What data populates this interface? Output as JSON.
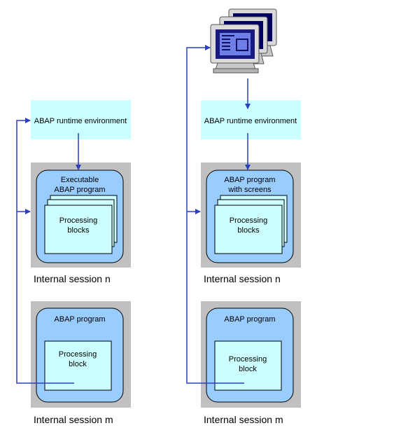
{
  "left": {
    "runtime_env_label": "ABAP runtime environment",
    "session_n": {
      "program_label_line1": "Executable",
      "program_label_line2": "ABAP program",
      "blocks_line1": "Processing",
      "blocks_line2": "blocks",
      "caption": "Internal session n"
    },
    "session_m": {
      "program_label": "ABAP program",
      "block_line1": "Processing",
      "block_line2": "block",
      "caption": "Internal session m"
    }
  },
  "right": {
    "runtime_env_label": "ABAP runtime environment",
    "session_n": {
      "program_label_line1": "ABAP program",
      "program_label_line2": "with screens",
      "blocks_line1": "Processing",
      "blocks_line2": "blocks",
      "caption": "Internal session n"
    },
    "session_m": {
      "program_label": "ABAP program",
      "block_line1": "Processing",
      "block_line2": "block",
      "caption": "Internal session m"
    }
  },
  "colors": {
    "runtime_env_fill": "#ccffff",
    "session_panel_fill": "#c0c0c0",
    "program_fill": "#99ccff",
    "block_fill": "#ccffff",
    "arrow": "#2b3fbf"
  },
  "icons": {
    "workstations": "computer-monitor-stack-icon"
  }
}
